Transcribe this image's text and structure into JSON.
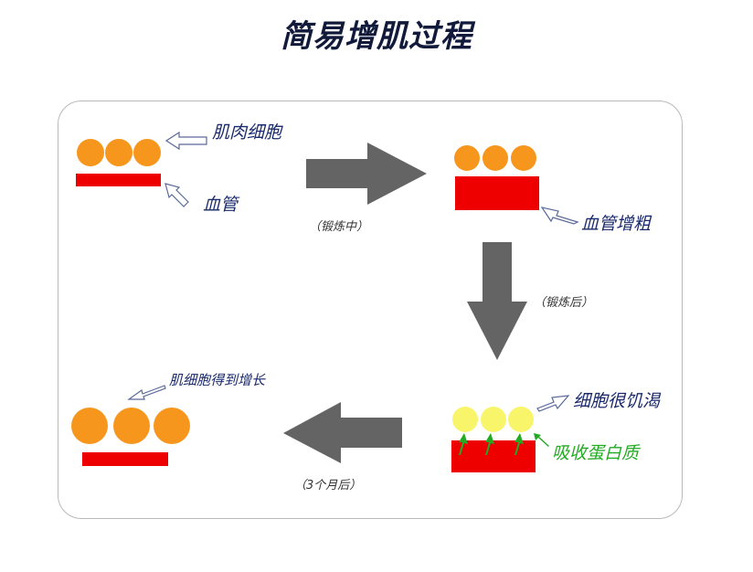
{
  "title": "简易增肌过程",
  "labels": {
    "muscle_cell": "肌肉细胞",
    "blood_vessel": "血管",
    "vessel_thicken": "血管增粗",
    "cell_hungry": "细胞很饥渴",
    "absorb_protein": "吸收蛋白质",
    "cell_grow": "肌细胞得到增长"
  },
  "steps": {
    "during_training": "（锻炼中）",
    "after_training": "（锻炼后）",
    "after_3_months": "（3个月后）"
  },
  "colors": {
    "cell_orange": "#f7961d",
    "cell_yellow": "#f8f56a",
    "vessel_red": "#ee0000",
    "arrow_gray": "#646464",
    "green": "#22aa22"
  }
}
